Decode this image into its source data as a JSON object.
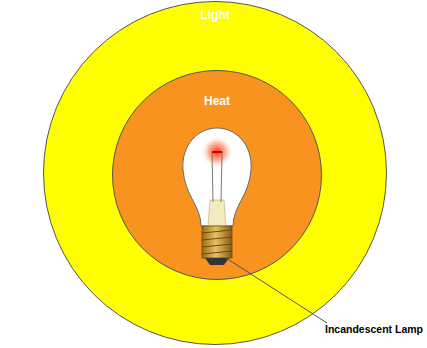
{
  "diagram": {
    "nodes": [
      {
        "text": [
          "Light"
        ]
      },
      {
        "text": [
          "Heat"
        ],
        "in": 0
      }
    ],
    "labels": [
      "Incandescent Lamp"
    ]
  }
}
